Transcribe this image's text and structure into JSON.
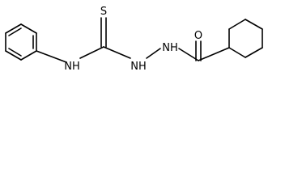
{
  "molecule": {
    "atoms": {
      "s": "S",
      "o": "O",
      "nh_left": "NH",
      "nh_mid": "NH",
      "nh_right": "NH"
    }
  },
  "colors": {
    "bond": "#000000",
    "text": "#000000",
    "background": "#ffffff"
  }
}
